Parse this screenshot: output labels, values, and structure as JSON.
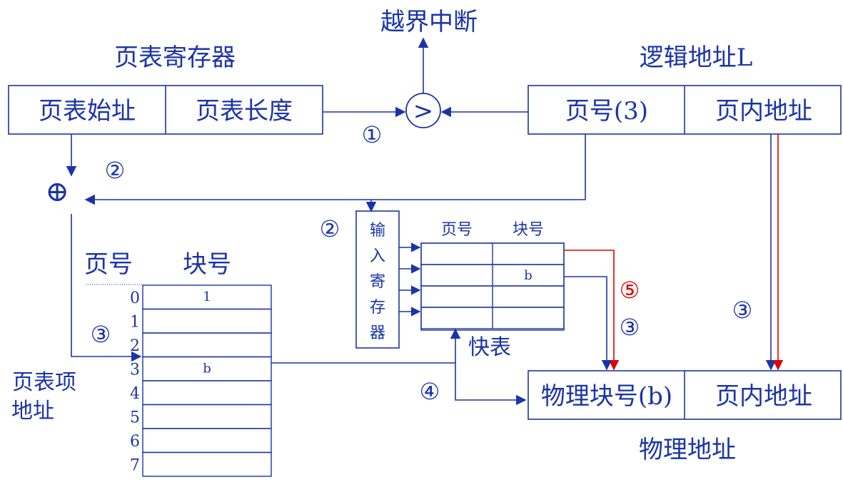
{
  "labels": {
    "interrupt": "越界中断",
    "page_table_register": "页表寄存器",
    "logical_address": "逻辑地址L",
    "physical_address": "物理地址",
    "page_no_header": "页号",
    "block_no_header": "块号",
    "tlb_page_header": "页号",
    "tlb_block_header": "块号",
    "tlb_label": "快表",
    "pte_address_line1": "页表项",
    "pte_address_line2": "地址",
    "input_register_chars": [
      "输",
      "入",
      "寄",
      "存",
      "器"
    ],
    "compare_op": ">",
    "adder_op": "⊕"
  },
  "page_table_register": {
    "start": "页表始址",
    "length": "页表长度"
  },
  "logical": {
    "page": "页号(3)",
    "offset": "页内地址"
  },
  "physical": {
    "block": "物理块号(b)",
    "offset": "页内地址"
  },
  "page_table": {
    "indices": [
      "0",
      "1",
      "2",
      "3",
      "4",
      "5",
      "6",
      "7"
    ],
    "blocks": [
      "1",
      "",
      "",
      "b",
      "",
      "",
      "",
      ""
    ]
  },
  "tlb": {
    "rows": [
      {
        "page": "",
        "block": ""
      },
      {
        "page": "",
        "block": "b"
      },
      {
        "page": "",
        "block": ""
      },
      {
        "page": "",
        "block": ""
      }
    ]
  },
  "steps": {
    "s1": "①",
    "s2a": "②",
    "s2b": "②",
    "s3a": "③",
    "s3b": "③",
    "s3c": "③",
    "s4": "④",
    "s5": "⑤"
  },
  "colors": {
    "line": "#1a34a8",
    "text": "#1a34a8",
    "red": "#e00000"
  }
}
